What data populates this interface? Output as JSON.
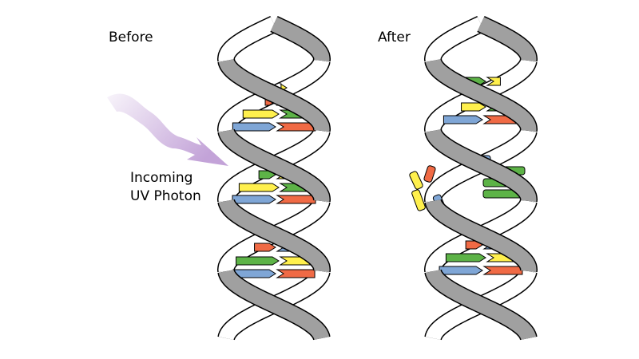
{
  "labels": {
    "before": "Before",
    "after": "After",
    "uv_line1": "Incoming",
    "uv_line2": "UV Photon"
  },
  "colors": {
    "backbone_front": "#a0a0a0",
    "backbone_back": "#ffffff",
    "outline": "#000000",
    "base_green": "#5db347",
    "base_orange": "#f06a45",
    "base_blue": "#7fa6d6",
    "base_yellow": "#fff04d",
    "photon": "#c3a3d8"
  },
  "helices": [
    {
      "name": "before",
      "rungs": [
        [
          "green",
          "yellow"
        ],
        [
          "orange",
          "blue"
        ],
        [
          "yellow",
          "green"
        ],
        [
          "blue",
          "orange"
        ],
        [
          "orange",
          "blue"
        ],
        [
          "green",
          "yellow"
        ],
        [
          "yellow",
          "green"
        ],
        [
          "blue",
          "orange"
        ],
        [
          "yellow",
          "green"
        ],
        [
          "orange",
          "blue"
        ],
        [
          "green",
          "yellow"
        ],
        [
          "blue",
          "orange"
        ]
      ]
    },
    {
      "name": "after",
      "rungs": [
        [
          "green",
          "yellow"
        ],
        [
          "orange",
          "blue"
        ],
        [
          "yellow",
          "green"
        ],
        [
          "blue",
          "orange"
        ],
        [
          "yellow",
          "green"
        ],
        [
          "orange",
          "blue"
        ],
        [
          "green",
          "yellow"
        ],
        [
          "blue",
          "orange"
        ]
      ],
      "damaged_bases": [
        "yellow",
        "orange",
        "yellow",
        "blue",
        "blue",
        "green",
        "green",
        "green"
      ]
    }
  ]
}
